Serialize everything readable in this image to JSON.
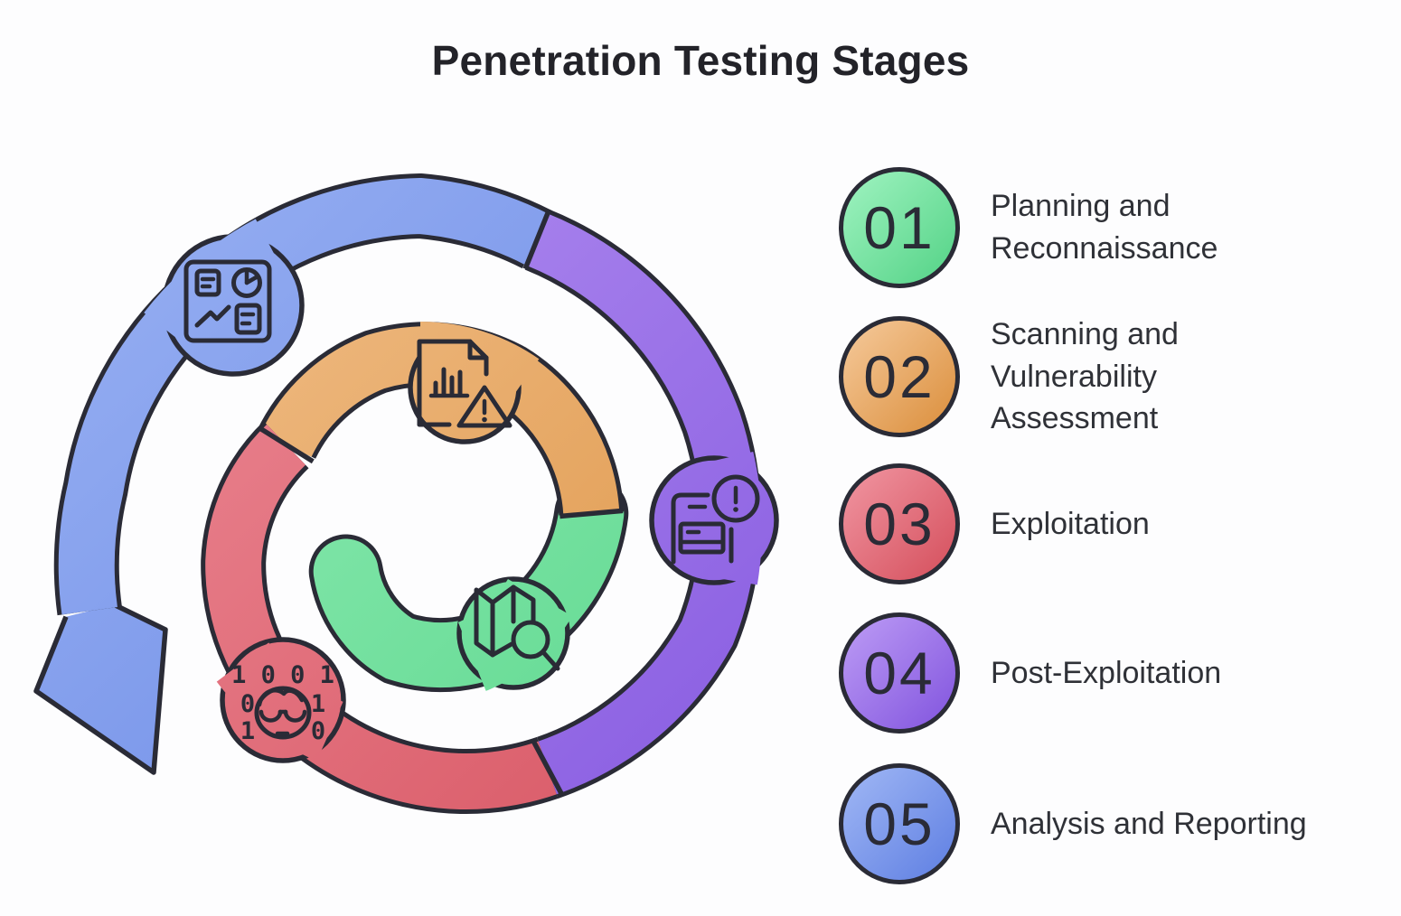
{
  "title": "Penetration Testing Stages",
  "colors": {
    "outline": "#2A2B36",
    "title_text": "#232329",
    "label_text": "#2F3137",
    "background": "#FDFDFE",
    "green": "#79E2A2",
    "orange": "#EAA763",
    "red": "#E2707F",
    "purple": "#9D78E9",
    "blue": "#7B97EA"
  },
  "stages": [
    {
      "number": "01",
      "label": "Planning and\nReconnaissance",
      "color": "#79E2A2",
      "icon": "map-search-icon"
    },
    {
      "number": "02",
      "label": "Scanning and\nVulnerability\nAssessment",
      "color": "#EAA763",
      "icon": "document-warning-icon"
    },
    {
      "number": "03",
      "label": "Exploitation",
      "color": "#E2707F",
      "icon": "hacker-binary-icon"
    },
    {
      "number": "04",
      "label": "Post-Exploitation",
      "color": "#9D78E9",
      "icon": "server-alert-icon"
    },
    {
      "number": "05",
      "label": "Analysis and Reporting",
      "color": "#7B97EA",
      "icon": "analytics-dashboard-icon"
    }
  ],
  "spiral": {
    "binary": {
      "row1": "1 0 0 1",
      "row2_left": "0",
      "row2_right": "1",
      "row3_left": "1",
      "row3_right": "0"
    }
  }
}
